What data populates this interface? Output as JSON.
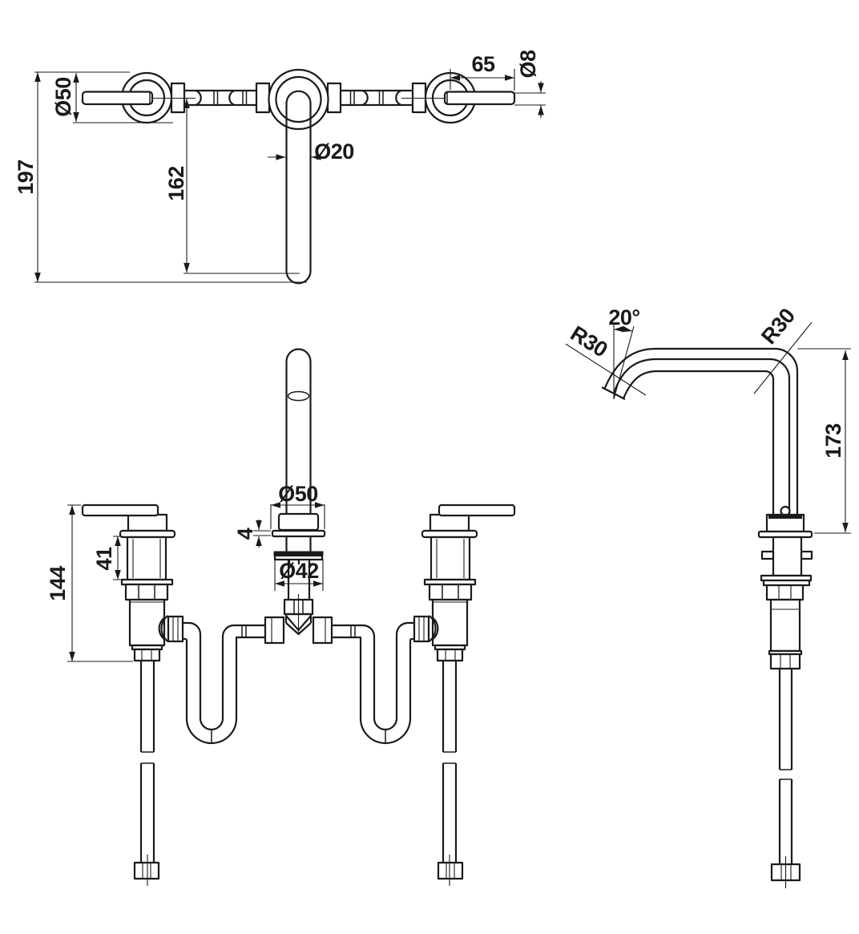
{
  "colors": {
    "line": "#1a1a1a",
    "background": "#ffffff"
  },
  "views": {
    "top": {
      "dims": {
        "overall_depth": "197",
        "handle_flange_dia": "Ø50",
        "spout_reach": "162",
        "spout_tube_dia": "Ø20",
        "lever_length": "65",
        "lever_dia": "Ø8"
      }
    },
    "front": {
      "dims": {
        "height_above_deck": "144",
        "valve_body_height": "41",
        "spout_flange_dia": "Ø50",
        "flange_thickness": "4",
        "base_washer_dia": "Ø42"
      }
    },
    "side": {
      "dims": {
        "outlet_angle": "20°",
        "outlet_bend_radius": "R30",
        "riser_bend_radius": "R30",
        "spout_height": "173"
      }
    }
  }
}
